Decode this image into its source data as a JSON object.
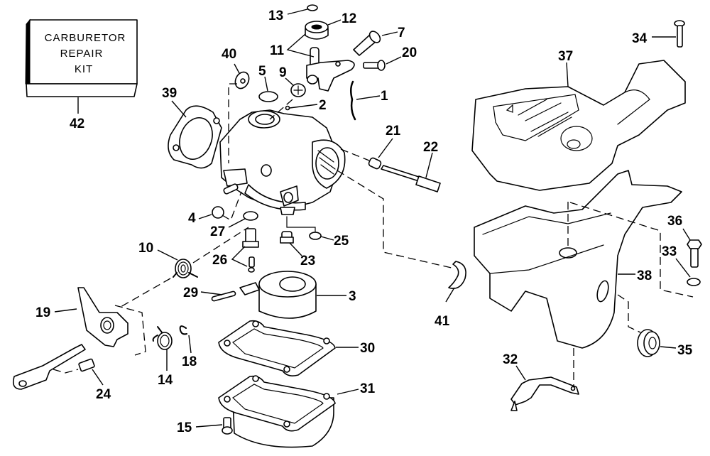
{
  "diagram": {
    "title": "Carburetor exploded parts diagram",
    "repair_kit": {
      "lines": [
        "CARBURETOR",
        "REPAIR",
        "KIT"
      ],
      "part_number": "42"
    },
    "callouts": {
      "p1": "1",
      "p2": "2",
      "p3": "3",
      "p4": "4",
      "p5": "5",
      "p7": "7",
      "p9": "9",
      "p10": "10",
      "p11": "11",
      "p12": "12",
      "p13": "13",
      "p14": "14",
      "p15": "15",
      "p18": "18",
      "p19": "19",
      "p20": "20",
      "p21": "21",
      "p22": "22",
      "p23": "23",
      "p24": "24",
      "p25": "25",
      "p26": "26",
      "p27": "27",
      "p29": "29",
      "p30": "30",
      "p31": "31",
      "p32": "32",
      "p33": "33",
      "p34": "34",
      "p35": "35",
      "p36": "36",
      "p37": "37",
      "p38": "38",
      "p39": "39",
      "p40": "40",
      "p41": "41",
      "p42": "42"
    }
  }
}
